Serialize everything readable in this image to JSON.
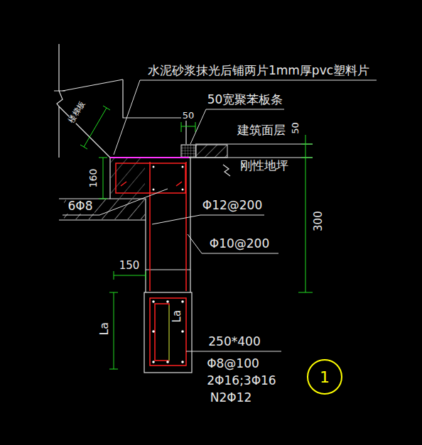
{
  "diagram": {
    "nodes": [
      {
        "text": [
          "1"
        ]
      }
    ],
    "labels": [
      "水泥砂浆抹光后铺两片1mm厚pvc塑料片",
      "楼梯板",
      "50宽聚苯板条",
      "50",
      "建筑面层",
      "50",
      "刚性地坪",
      "160",
      "6Φ8",
      "Φ12@200",
      "300",
      "Φ10@200",
      "150",
      "La",
      "La",
      "250*400",
      "Φ8@100",
      "2Φ16;3Φ16",
      "N2Φ12"
    ]
  }
}
